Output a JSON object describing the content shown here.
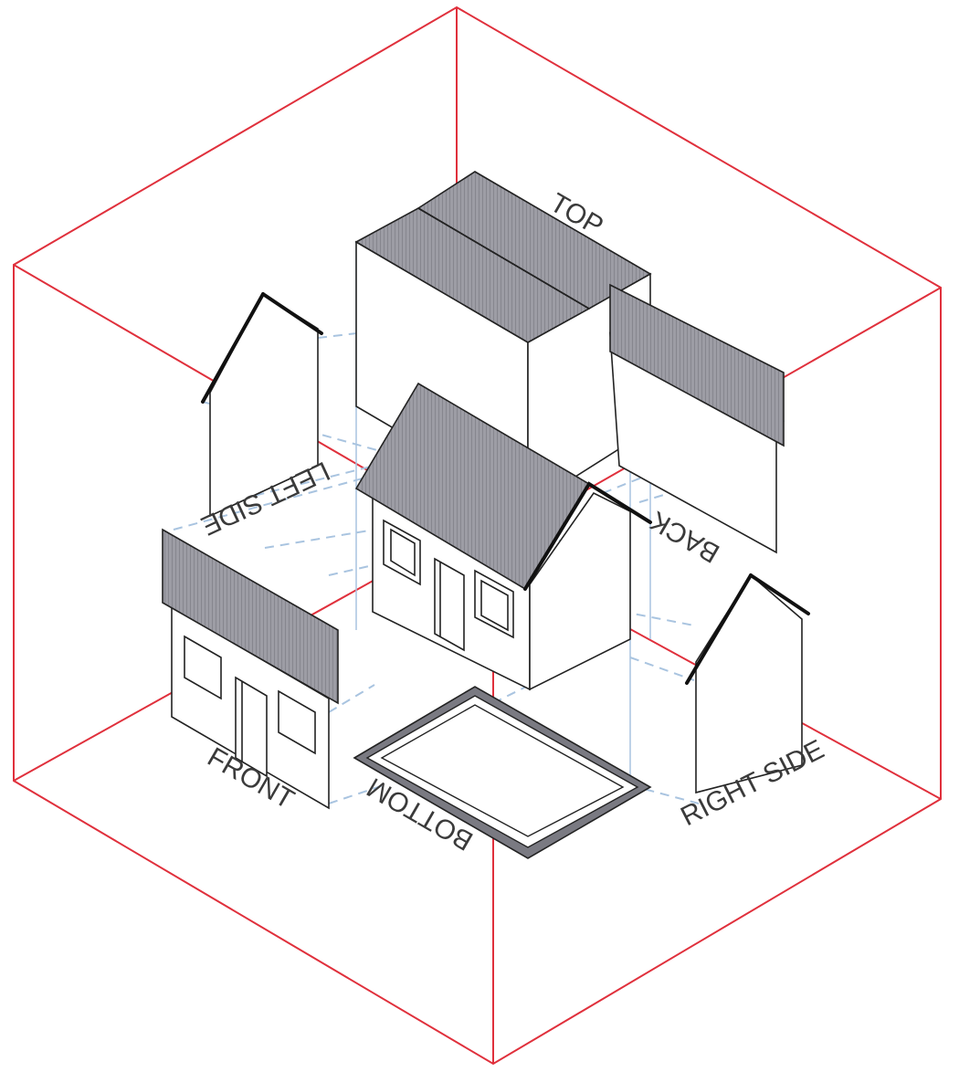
{
  "labels": {
    "top": "TOP",
    "back": "BACK",
    "left_side": "LEFT SIDE",
    "front": "FRONT",
    "bottom": "BOTTOM",
    "right_side": "RIGHT SIDE"
  },
  "colors": {
    "glass_box": "#e0303c",
    "projection_lines": "#a9c4e0",
    "roof_fill": "#9a9aa2",
    "outline": "#222222"
  }
}
